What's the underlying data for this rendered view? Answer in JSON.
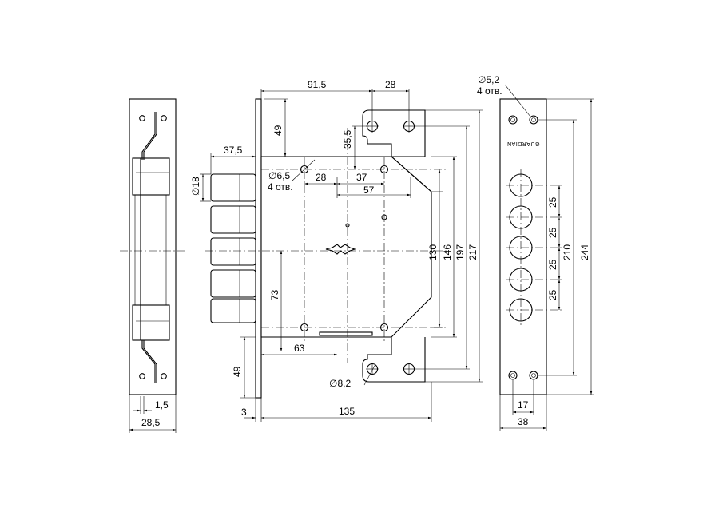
{
  "dims": {
    "d_91_5": "91,5",
    "d_28_top": "28",
    "d_49_top": "49",
    "d_35_5": "35,5",
    "d_37_5": "37,5",
    "d_phi18": "∅18",
    "d_phi6_5": "∅6,5",
    "d_holes_a": "4 отв.",
    "d_28_mid": "28",
    "d_37": "37",
    "d_57": "57",
    "d_130": "130",
    "d_146": "146",
    "d_197": "197",
    "d_217": "217",
    "d_73": "73",
    "d_63": "63",
    "d_49_bottom": "49",
    "d_phi8_2": "∅8,2",
    "d_3": "3",
    "d_135": "135",
    "d_1_5": "1,5",
    "d_28_5": "28,5",
    "d_phi5_2": "∅5,2",
    "d_holes_b": "4 отв.",
    "d_25_1": "25",
    "d_25_2": "25",
    "d_25_3": "25",
    "d_25_4": "25",
    "d_210": "210",
    "d_244": "244",
    "d_17": "17",
    "d_38": "38"
  },
  "brand": "GUARDIAN"
}
